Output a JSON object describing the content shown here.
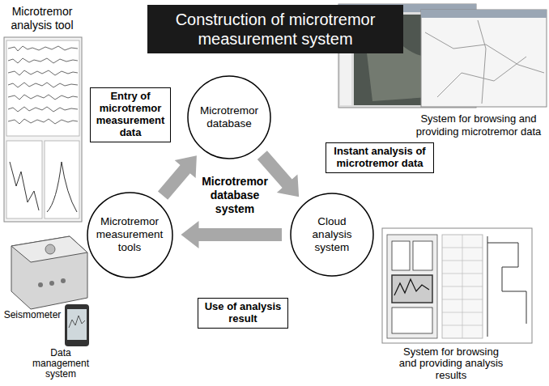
{
  "diagram": {
    "title": "Construction of microtremor measurement system",
    "nodes": [
      {
        "text": [
          "Microtremor database"
        ]
      },
      {
        "text": [
          "Entry of microtremor measurement data"
        ]
      },
      {
        "text": [
          "Instant analysis of microtremor data"
        ]
      },
      {
        "text": [
          "Microtremor measurement tools"
        ]
      },
      {
        "text": [
          "Cloud analysis system"
        ]
      },
      {
        "text": [
          "Use of analysis result"
        ]
      }
    ],
    "edges": [
      {
        "from": 0,
        "to": 4,
        "arrow": "to"
      },
      {
        "from": 4,
        "to": 3,
        "arrow": "to"
      },
      {
        "from": 3,
        "to": 0,
        "arrow": "to"
      }
    ],
    "labels": [
      "Microtremor analysis tool",
      "System for browsing and providing microtremor data",
      "Microtremor database system",
      "Seismometer",
      "Data management system",
      "System for browsing and providing analysis results"
    ]
  }
}
